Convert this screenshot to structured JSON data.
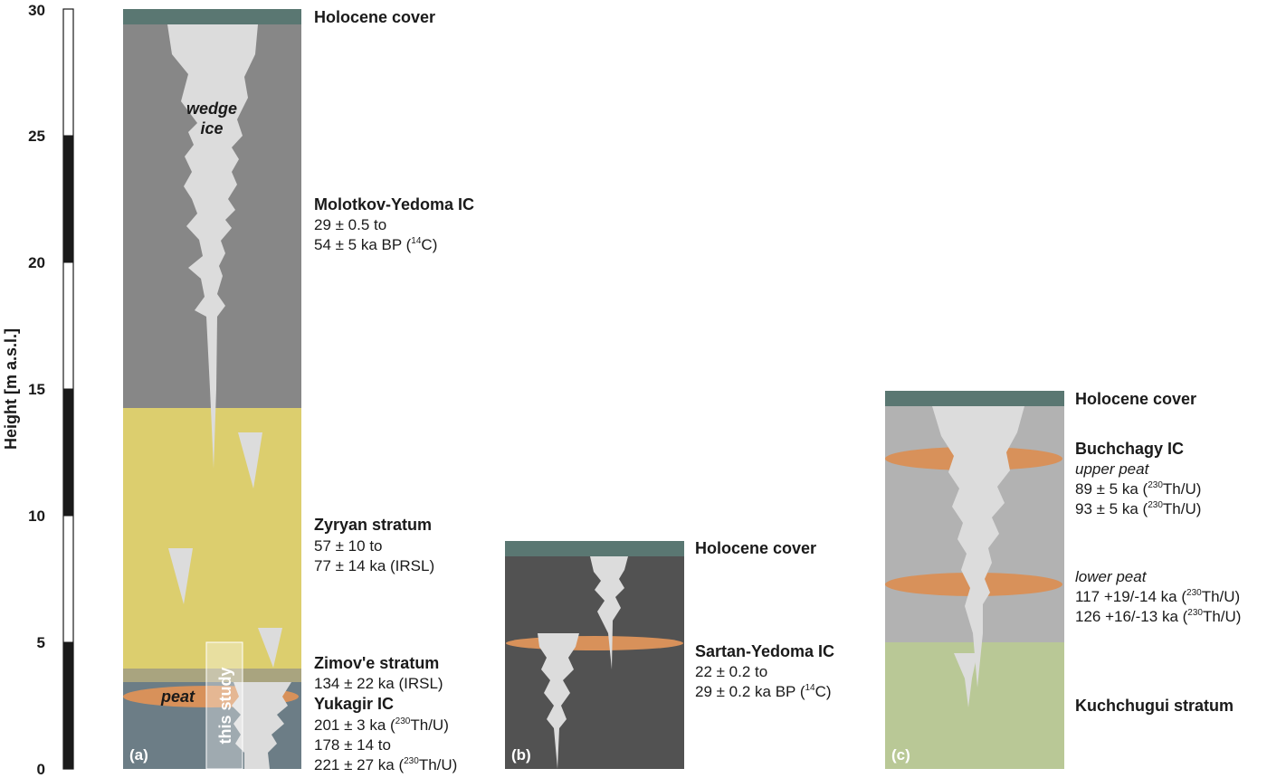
{
  "axis": {
    "title": "Height [m a.s.l.]",
    "ticks": [
      "0",
      "5",
      "10",
      "15",
      "20",
      "25",
      "30"
    ]
  },
  "panel_a": {
    "letter": "(a)",
    "wedge_label_1": "wedge",
    "wedge_label_2": "ice",
    "peat_label": "peat",
    "study_label": "this study",
    "holocene": "Holocene cover",
    "molotkov": {
      "name": "Molotkov-Yedoma IC",
      "line1": "29 ± 0.5 to",
      "line2a": "54 ± 5 ka BP (",
      "line2sup": "14",
      "line2b": "C)"
    },
    "zyryan": {
      "name": "Zyryan stratum",
      "line1": "57 ± 10 to",
      "line2": "77 ± 14 ka (IRSL)"
    },
    "zimove": {
      "name": "Zimov'e stratum",
      "line1": "134 ± 22 ka (IRSL)"
    },
    "yukagir": {
      "name": "Yukagir IC",
      "line1a": "201 ± 3 ka (",
      "line1sup": "230",
      "line1b": "Th/U)",
      "line2": "178 ± 14 to",
      "line3a": "221 ± 27 ka (",
      "line3sup": "230",
      "line3b": "Th/U)"
    }
  },
  "panel_b": {
    "letter": "(b)",
    "holocene": "Holocene cover",
    "sartan": {
      "name": "Sartan-Yedoma IC",
      "line1": "22 ± 0.2 to",
      "line2a": "29 ± 0.2 ka BP (",
      "line2sup": "14",
      "line2b": "C)"
    }
  },
  "panel_c": {
    "letter": "(c)",
    "holocene": "Holocene cover",
    "buchchagy": {
      "name": "Buchchagy IC",
      "upper": "upper peat",
      "u1a": "89 ± 5 ka (",
      "u1sup": "230",
      "u1b": "Th/U)",
      "u2a": "93 ± 5 ka (",
      "u2sup": "230",
      "u2b": "Th/U)",
      "lower": "lower peat",
      "l1a": "117 +19/-14 ka (",
      "l1sup": "230",
      "l1b": "Th/U)",
      "l2a": "126 +16/-13 ka (",
      "l2sup": "230",
      "l2b": "Th/U)"
    },
    "kuchchugui": "Kuchchugui stratum"
  },
  "colors": {
    "holocene": "#5a7772",
    "molotkov": "#878787",
    "zyryan": "#dcce6e",
    "zimove": "#a9a47f",
    "yukagir": "#6c7d86",
    "peat": "#d8915a",
    "ice": "#dcdcdc",
    "sartan": "#525252",
    "buchchagy": "#b2b2b2",
    "kuchchugui": "#b9c896"
  }
}
